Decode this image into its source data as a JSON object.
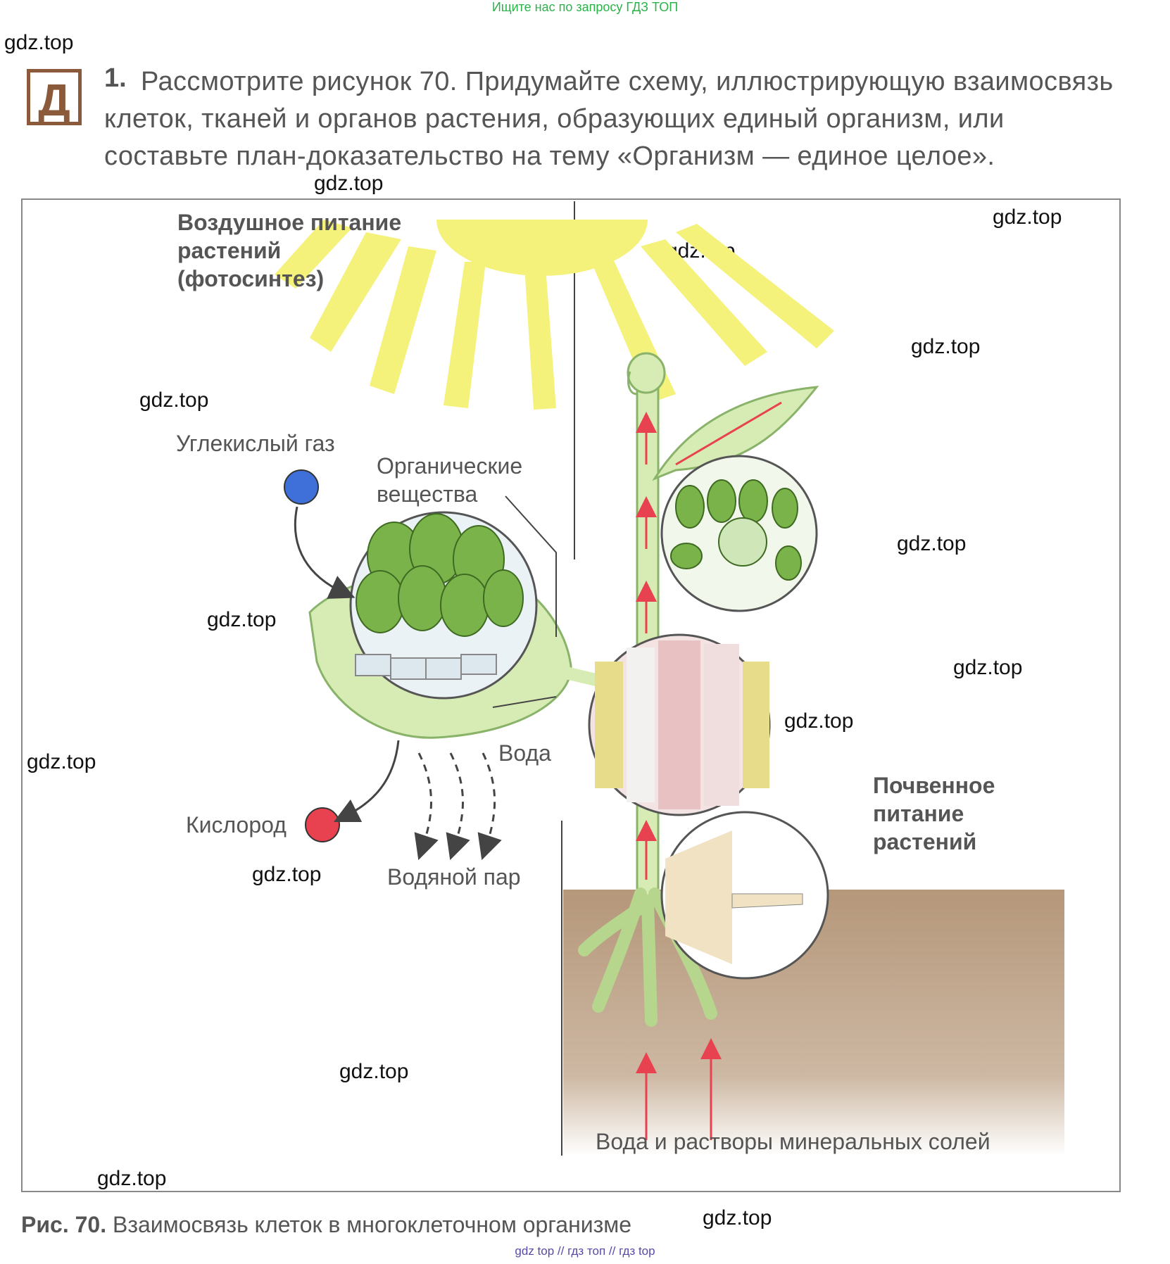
{
  "banner": {
    "text": "Ищите нас по запросу ГДЗ ТОП"
  },
  "watermark": "gdz.top",
  "task": {
    "icon_letter": "Д",
    "number": "1.",
    "text": "Рассмотрите рисунок 70. Придумайте схему, иллюстрирующую взаимосвязь клеток, тканей и органов растения, образующих единый организм, или составьте план-доказательство на тему «Организм — единое целое»."
  },
  "figure": {
    "air_nutrition_header": [
      "Воздушное питание",
      "растений",
      "(фотосинтез)"
    ],
    "soil_nutrition_header": [
      "Почвенное",
      "питание",
      "растений"
    ],
    "labels": {
      "co2": "Углекислый газ",
      "organic": [
        "Органические",
        "вещества"
      ],
      "water": "Вода",
      "oxygen": "Кислород",
      "vapor": "Водяной пар",
      "minerals": "Вода и растворы минеральных солей"
    }
  },
  "caption": {
    "prefix": "Рис. 70.",
    "text": " Взаимосвязь клеток в многоклеточном организме"
  },
  "footer": {
    "text": "gdz top  //  гдз топ  //  гдз top"
  },
  "colors": {
    "sun": "#f4f27a",
    "soil": "#b89a7e",
    "leaf": "#d7ecb4",
    "cell_green": "#7ab34a",
    "arrow_red": "#e8414f",
    "co2_blue": "#3f6fd8",
    "oxygen_red": "#e8414f",
    "icon_brown": "#8a5a3a"
  }
}
